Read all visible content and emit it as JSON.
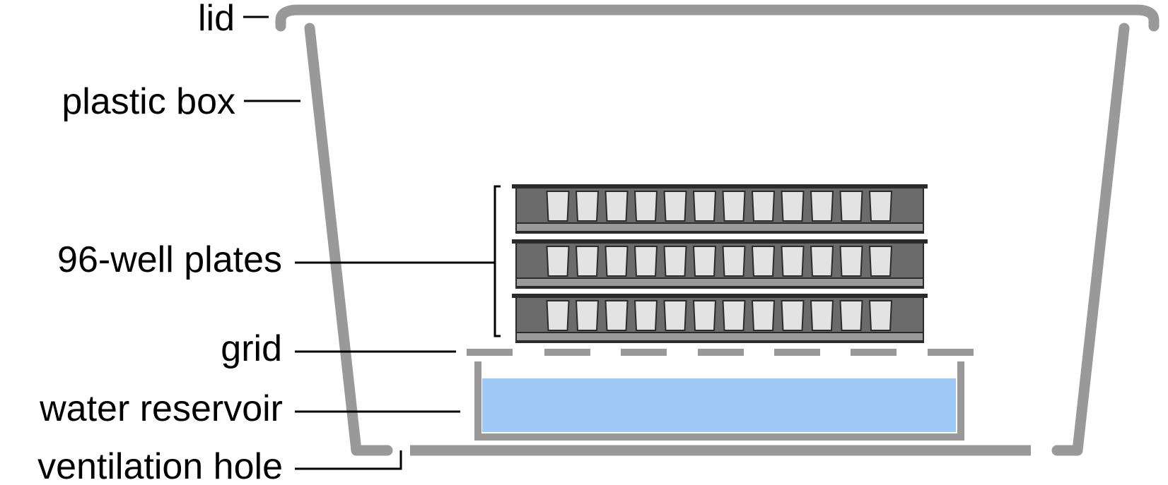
{
  "labels": {
    "lid": "lid",
    "box": "plastic box",
    "plates": "96-well plates",
    "grid": "grid",
    "reservoir": "water reservoir",
    "hole": "ventilation hole"
  },
  "colors": {
    "box_gray": "#999999",
    "plate_dark": "#6b6b6b",
    "plate_outline": "#2b2b2b",
    "well_fill": "#e3e3e3",
    "water": "#9ec9f7",
    "line": "#000000"
  },
  "plates": {
    "count": 3,
    "wells_per_row": 12
  }
}
